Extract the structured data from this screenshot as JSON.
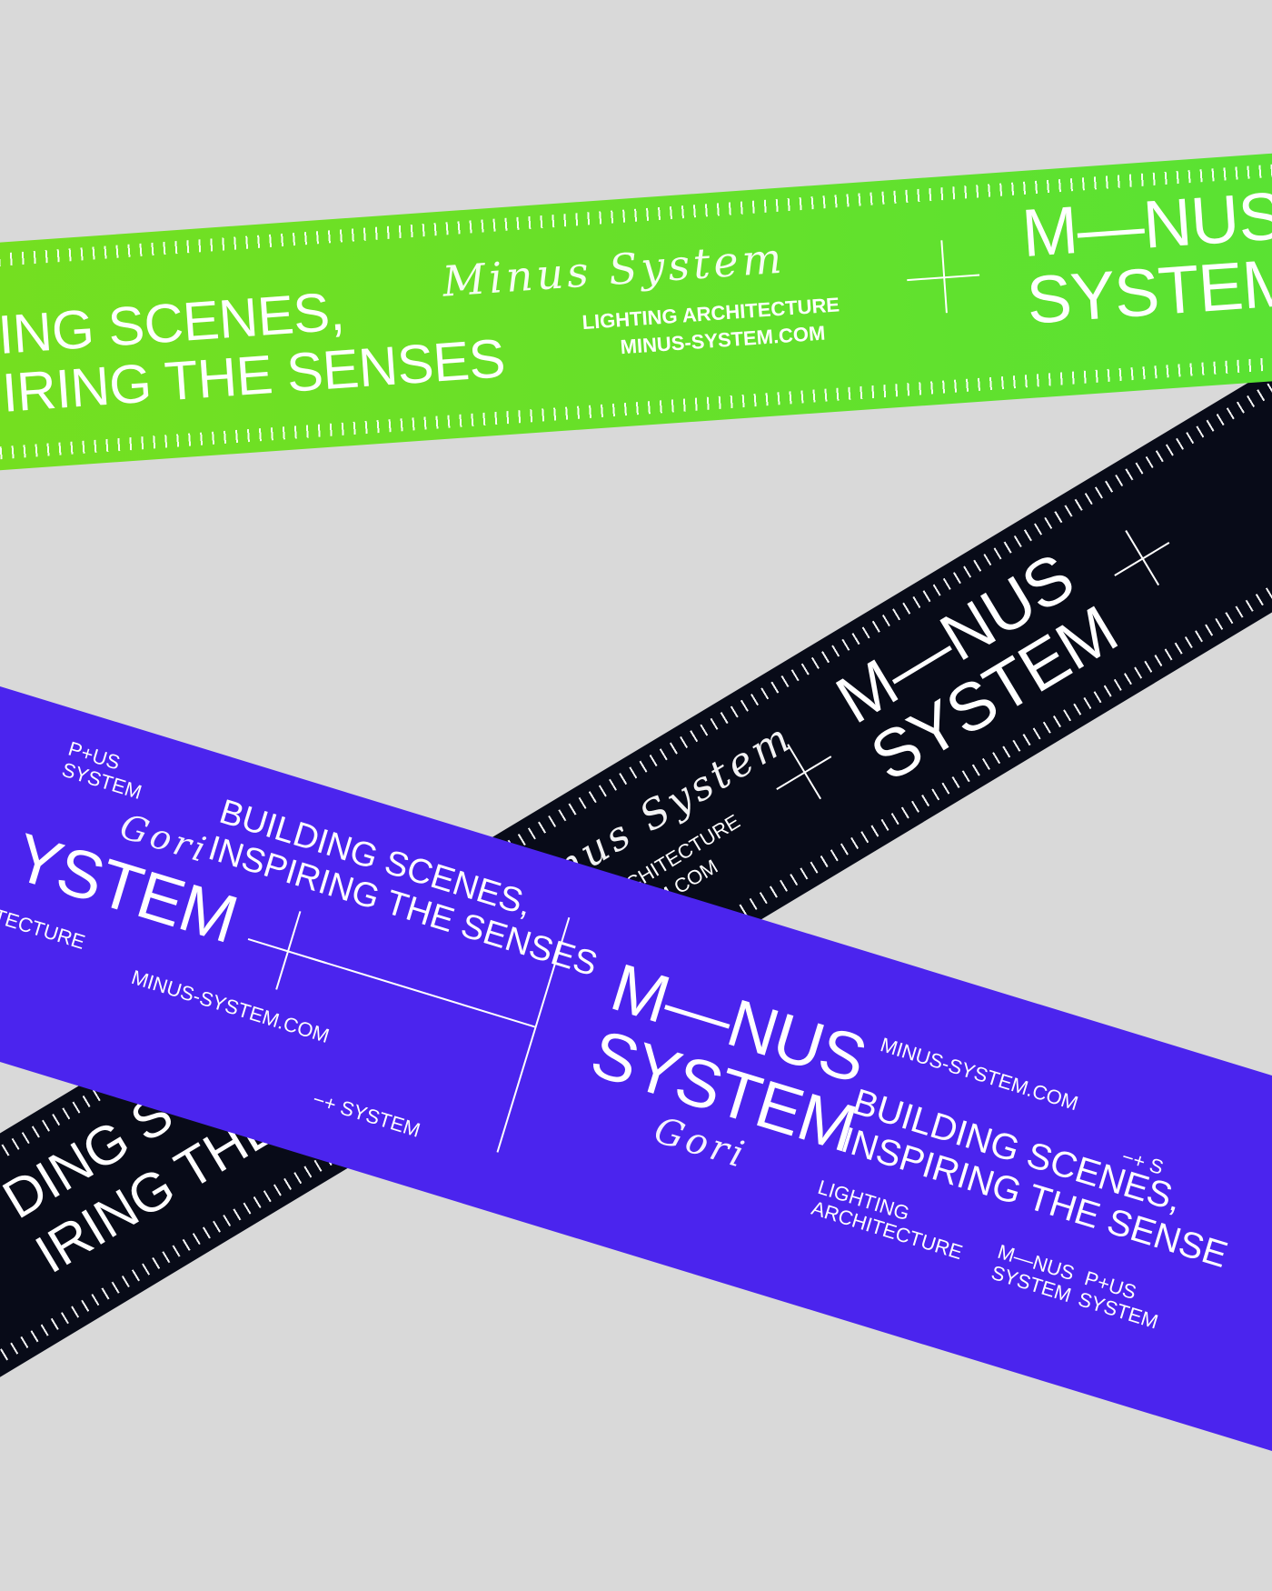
{
  "colors": {
    "background": "#d9d9d9",
    "green": "#5ee12e",
    "black": "#080b18",
    "violet": "#4b24ee",
    "text": "#ffffff"
  },
  "green_ribbon": {
    "tagline_line1": "ING SCENES,",
    "tagline_line2": "IRING THE SENSES",
    "signature": "Minus System",
    "subtitle": "LIGHTING ARCHITECTURE",
    "url": "MINUS-SYSTEM.COM",
    "logo_line1": "M—NUS",
    "logo_line2": "SYSTEM",
    "icon": "plus-cross-icon"
  },
  "black_ribbon": {
    "logo_line1": "M—NUS",
    "logo_line2": "SYSTEM",
    "signature": "Minus System",
    "subtitle": "ING ARCHITECTURE",
    "url": "S-SYSTEM.COM",
    "tagline_line1": "DING SCEN",
    "tagline_line2": "IRING THE SE",
    "icon": "plus-cross-icon"
  },
  "violet_ribbon": {
    "plus_logo_line1": "P+US",
    "plus_logo_line2": "SYSTEM",
    "signature_left": "Gori",
    "tagline_line1": "BUILDING SCENES,",
    "tagline_line2": "INSPIRING THE SENSES",
    "big_word": "YSTEM",
    "subtitle_left": "TECTURE",
    "url_left": "MINUS-SYSTEM.COM",
    "small_logo": "−+ SYSTEM",
    "logo_line1": "M—NUS",
    "logo_line2": "SYSTEM",
    "signature_center": "Gori",
    "url_right": "MINUS-SYSTEM.COM",
    "small_logo_right": "−+ S",
    "tagline_right_line1": "BUILDING SCENES,",
    "tagline_right_line2": "INSPIRING THE SENSE",
    "lighting_line1": "LIGHTING",
    "lighting_line2": "ARCHITECTURE",
    "minus_small_line1": "M—NUS",
    "minus_small_line2": "SYSTEM",
    "plus_small_line1": "P+US",
    "plus_small_line2": "SYSTEM",
    "icon": "plus-cross-icon"
  }
}
